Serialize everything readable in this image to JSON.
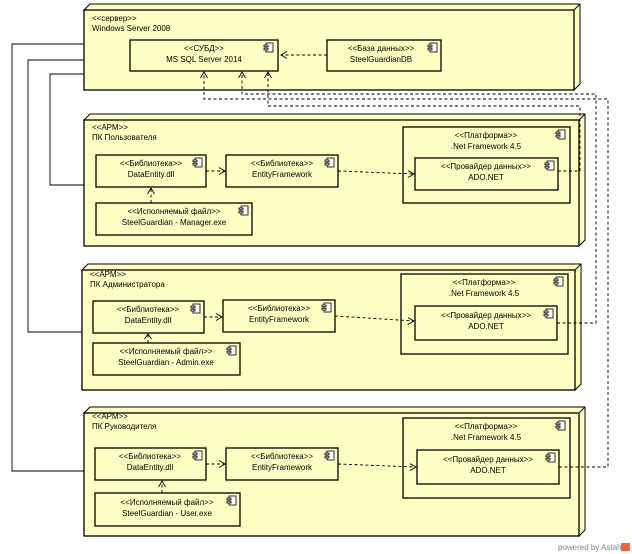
{
  "nodes": {
    "server": {
      "stereotype": "<<сервер>>",
      "name": "Windows Server 2008"
    },
    "user_pc": {
      "stereotype": "<<АРМ>>",
      "name": "ПК Пользователя"
    },
    "admin_pc": {
      "stereotype": "<<АРМ>>",
      "name": "ПК Администратора"
    },
    "manager_pc": {
      "stereotype": "<<АРМ>>",
      "name": "ПК Руководителя"
    }
  },
  "components": {
    "dbms": {
      "stereotype": "<<СУБД>>",
      "name": "MS SQL Server 2014"
    },
    "database": {
      "stereotype": "<<База данных>>",
      "name": "SteelGuardianDB"
    },
    "platform": {
      "stereotype": "<<Платформа>>",
      "name": ".Net Framework 4.5"
    },
    "provider": {
      "stereotype": "<<Провайдер данных>>",
      "name": "ADO.NET"
    },
    "lib_dataentity": {
      "stereotype": "<<Библиотека>>",
      "name": "DataEntity.dll"
    },
    "lib_ef": {
      "stereotype": "<<Библиотека>>",
      "name": "EntityFramework"
    },
    "exe_manager": {
      "stereotype": "<<Исполняемый файл>>",
      "name": "SteelGuardian - Manager.exe"
    },
    "exe_admin": {
      "stereotype": "<<Исполняемый файл>>",
      "name": "SteelGuardian - Admin.exe"
    },
    "exe_user": {
      "stereotype": "<<Исполняемый файл>>",
      "name": "SteelGuardian - User.exe"
    }
  },
  "footer": {
    "powered_by": "powered by Astah"
  },
  "colors": {
    "fill": "#ffffc4",
    "stroke": "#000000",
    "brand": "#e86a3a"
  }
}
